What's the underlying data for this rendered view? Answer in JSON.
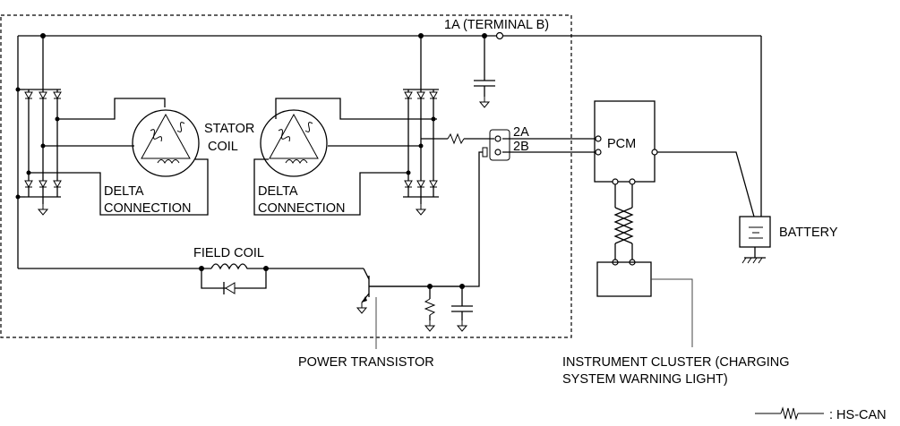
{
  "labels": {
    "terminal_b": "1A (TERMINAL B)",
    "stator_coil_line1": "STATOR",
    "stator_coil_line2": "COIL",
    "delta_left_line1": "DELTA",
    "delta_left_line2": "CONNECTION",
    "delta_right_line1": "DELTA",
    "delta_right_line2": "CONNECTION",
    "terminal_2a": "2A",
    "terminal_2b": "2B",
    "pcm": "PCM",
    "battery": "BATTERY",
    "field_coil": "FIELD COIL",
    "power_transistor": "POWER TRANSISTOR",
    "instrument_cluster_line1": "INSTRUMENT CLUSTER (CHARGING",
    "instrument_cluster_line2": "SYSTEM WARNING LIGHT)",
    "legend_hs_can": ": HS-CAN"
  }
}
